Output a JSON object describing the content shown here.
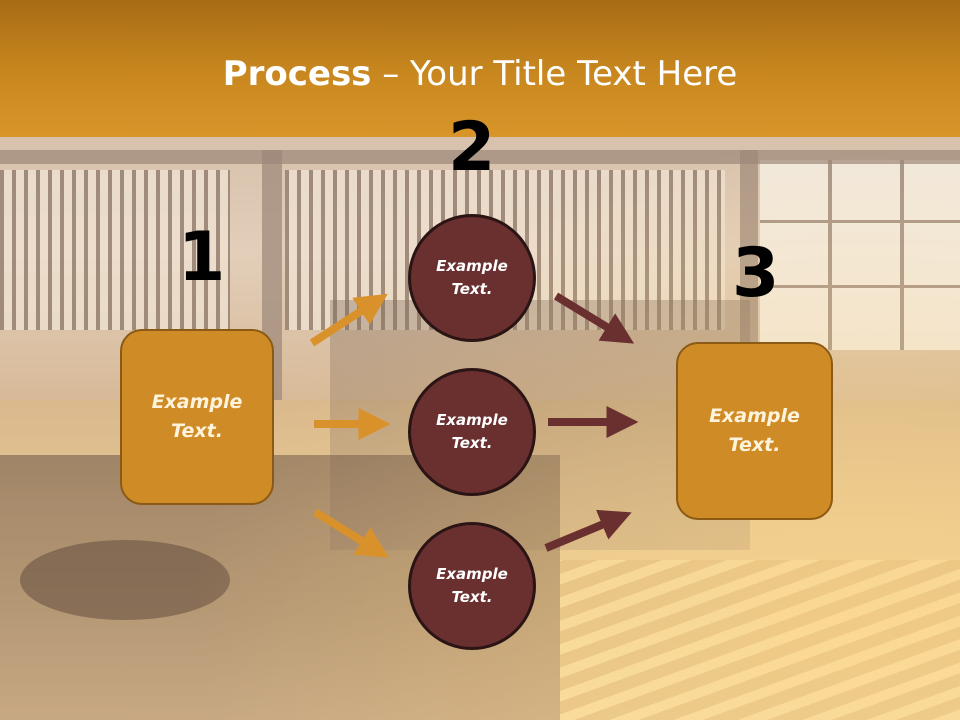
{
  "title": {
    "bold": "Process",
    "rest": " – Your Title Text Here"
  },
  "steps": {
    "step1": {
      "number": "1",
      "label_line1": "Example",
      "label_line2": "Text."
    },
    "step2": {
      "number": "2"
    },
    "step3": {
      "number": "3",
      "label_line1": "Example",
      "label_line2": "Text."
    }
  },
  "circles": [
    {
      "line1": "Example",
      "line2": "Text."
    },
    {
      "line1": "Example",
      "line2": "Text."
    },
    {
      "line1": "Example",
      "line2": "Text."
    }
  ],
  "colors": {
    "banner": "#c9881f",
    "box_fill": "#cf8b26",
    "circle_fill": "#6a2f2f",
    "arrow_orange": "#d9922b",
    "arrow_maroon": "#6a2f2f"
  }
}
